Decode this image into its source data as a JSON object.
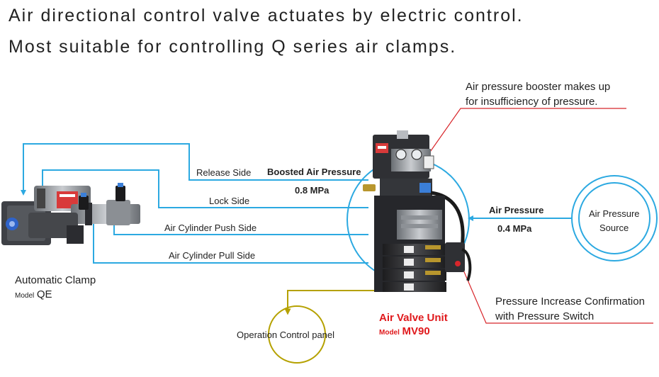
{
  "headline": {
    "line1": "Air directional control valve actuates by electric control.",
    "line2": "Most suitable for controlling Q series air clamps."
  },
  "lines": {
    "release_side": "Release Side",
    "lock_side": "Lock Side",
    "push_side": "Air Cylinder Push Side",
    "pull_side": "Air Cylinder Pull Side"
  },
  "boosted": {
    "label": "Boosted Air Pressure",
    "value": "0.8 MPa"
  },
  "air_pressure": {
    "label": "Air Pressure",
    "value": "0.4 MPa"
  },
  "source": {
    "line1": "Air Pressure",
    "line2": "Source"
  },
  "clamp": {
    "name": "Automatic Clamp",
    "model_prefix": "Model",
    "model": "QE"
  },
  "valve_unit": {
    "name": "Air Valve Unit",
    "model_prefix": "Model",
    "model": "MV90"
  },
  "panel": {
    "label": "Operation Control panel"
  },
  "callouts": {
    "booster": {
      "line1": "Air pressure booster makes up",
      "line2": "for insufficiency of pressure."
    },
    "switch": {
      "line1": "Pressure Increase Confirmation",
      "line2": "with Pressure Switch"
    }
  },
  "colors": {
    "air_line": "#2ca9e1",
    "signal_line": "#b5a100",
    "callout_line": "#d8262b",
    "accent_text": "#e0191c"
  },
  "icons": {
    "clamp": "air-clamp-photo",
    "valve_unit": "valve-unit-photo",
    "source": "air-source-circle",
    "panel": "control-panel-circle"
  }
}
